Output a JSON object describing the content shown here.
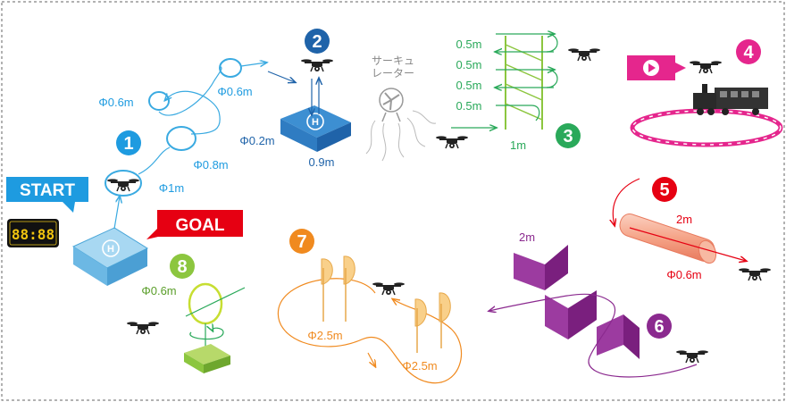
{
  "labels": {
    "start": "START",
    "goal": "GOAL",
    "timer": "88:88",
    "helipad": "H",
    "circulator": "サーキュ\nレーター"
  },
  "stations": {
    "s1": {
      "number": "1",
      "hoops": [
        "Φ0.6m",
        "Φ0.6m",
        "Φ0.8m",
        "Φ1m"
      ]
    },
    "s2": {
      "number": "2",
      "pad": "Φ0.2m",
      "size": "0.9m"
    },
    "s3": {
      "number": "3",
      "gaps": [
        "0.5m",
        "0.5m",
        "0.5m",
        "0.5m"
      ],
      "width": "1m"
    },
    "s4": {
      "number": "4"
    },
    "s5": {
      "number": "5",
      "length": "2m",
      "diameter": "Φ0.6m"
    },
    "s6": {
      "number": "6",
      "height": "2m"
    },
    "s7": {
      "number": "7",
      "loops": [
        "Φ2.5m",
        "Φ2.5m"
      ]
    },
    "s8": {
      "number": "8",
      "ring": "Φ0.6m"
    }
  },
  "colors": {
    "blue": "#3aaae1",
    "darkblue": "#1f63a9",
    "green": "#2aa95a",
    "magenta": "#e5268d",
    "red": "#e60012",
    "purple": "#8b2a8f",
    "orange": "#f08a1f",
    "lime": "#8cc63f"
  }
}
